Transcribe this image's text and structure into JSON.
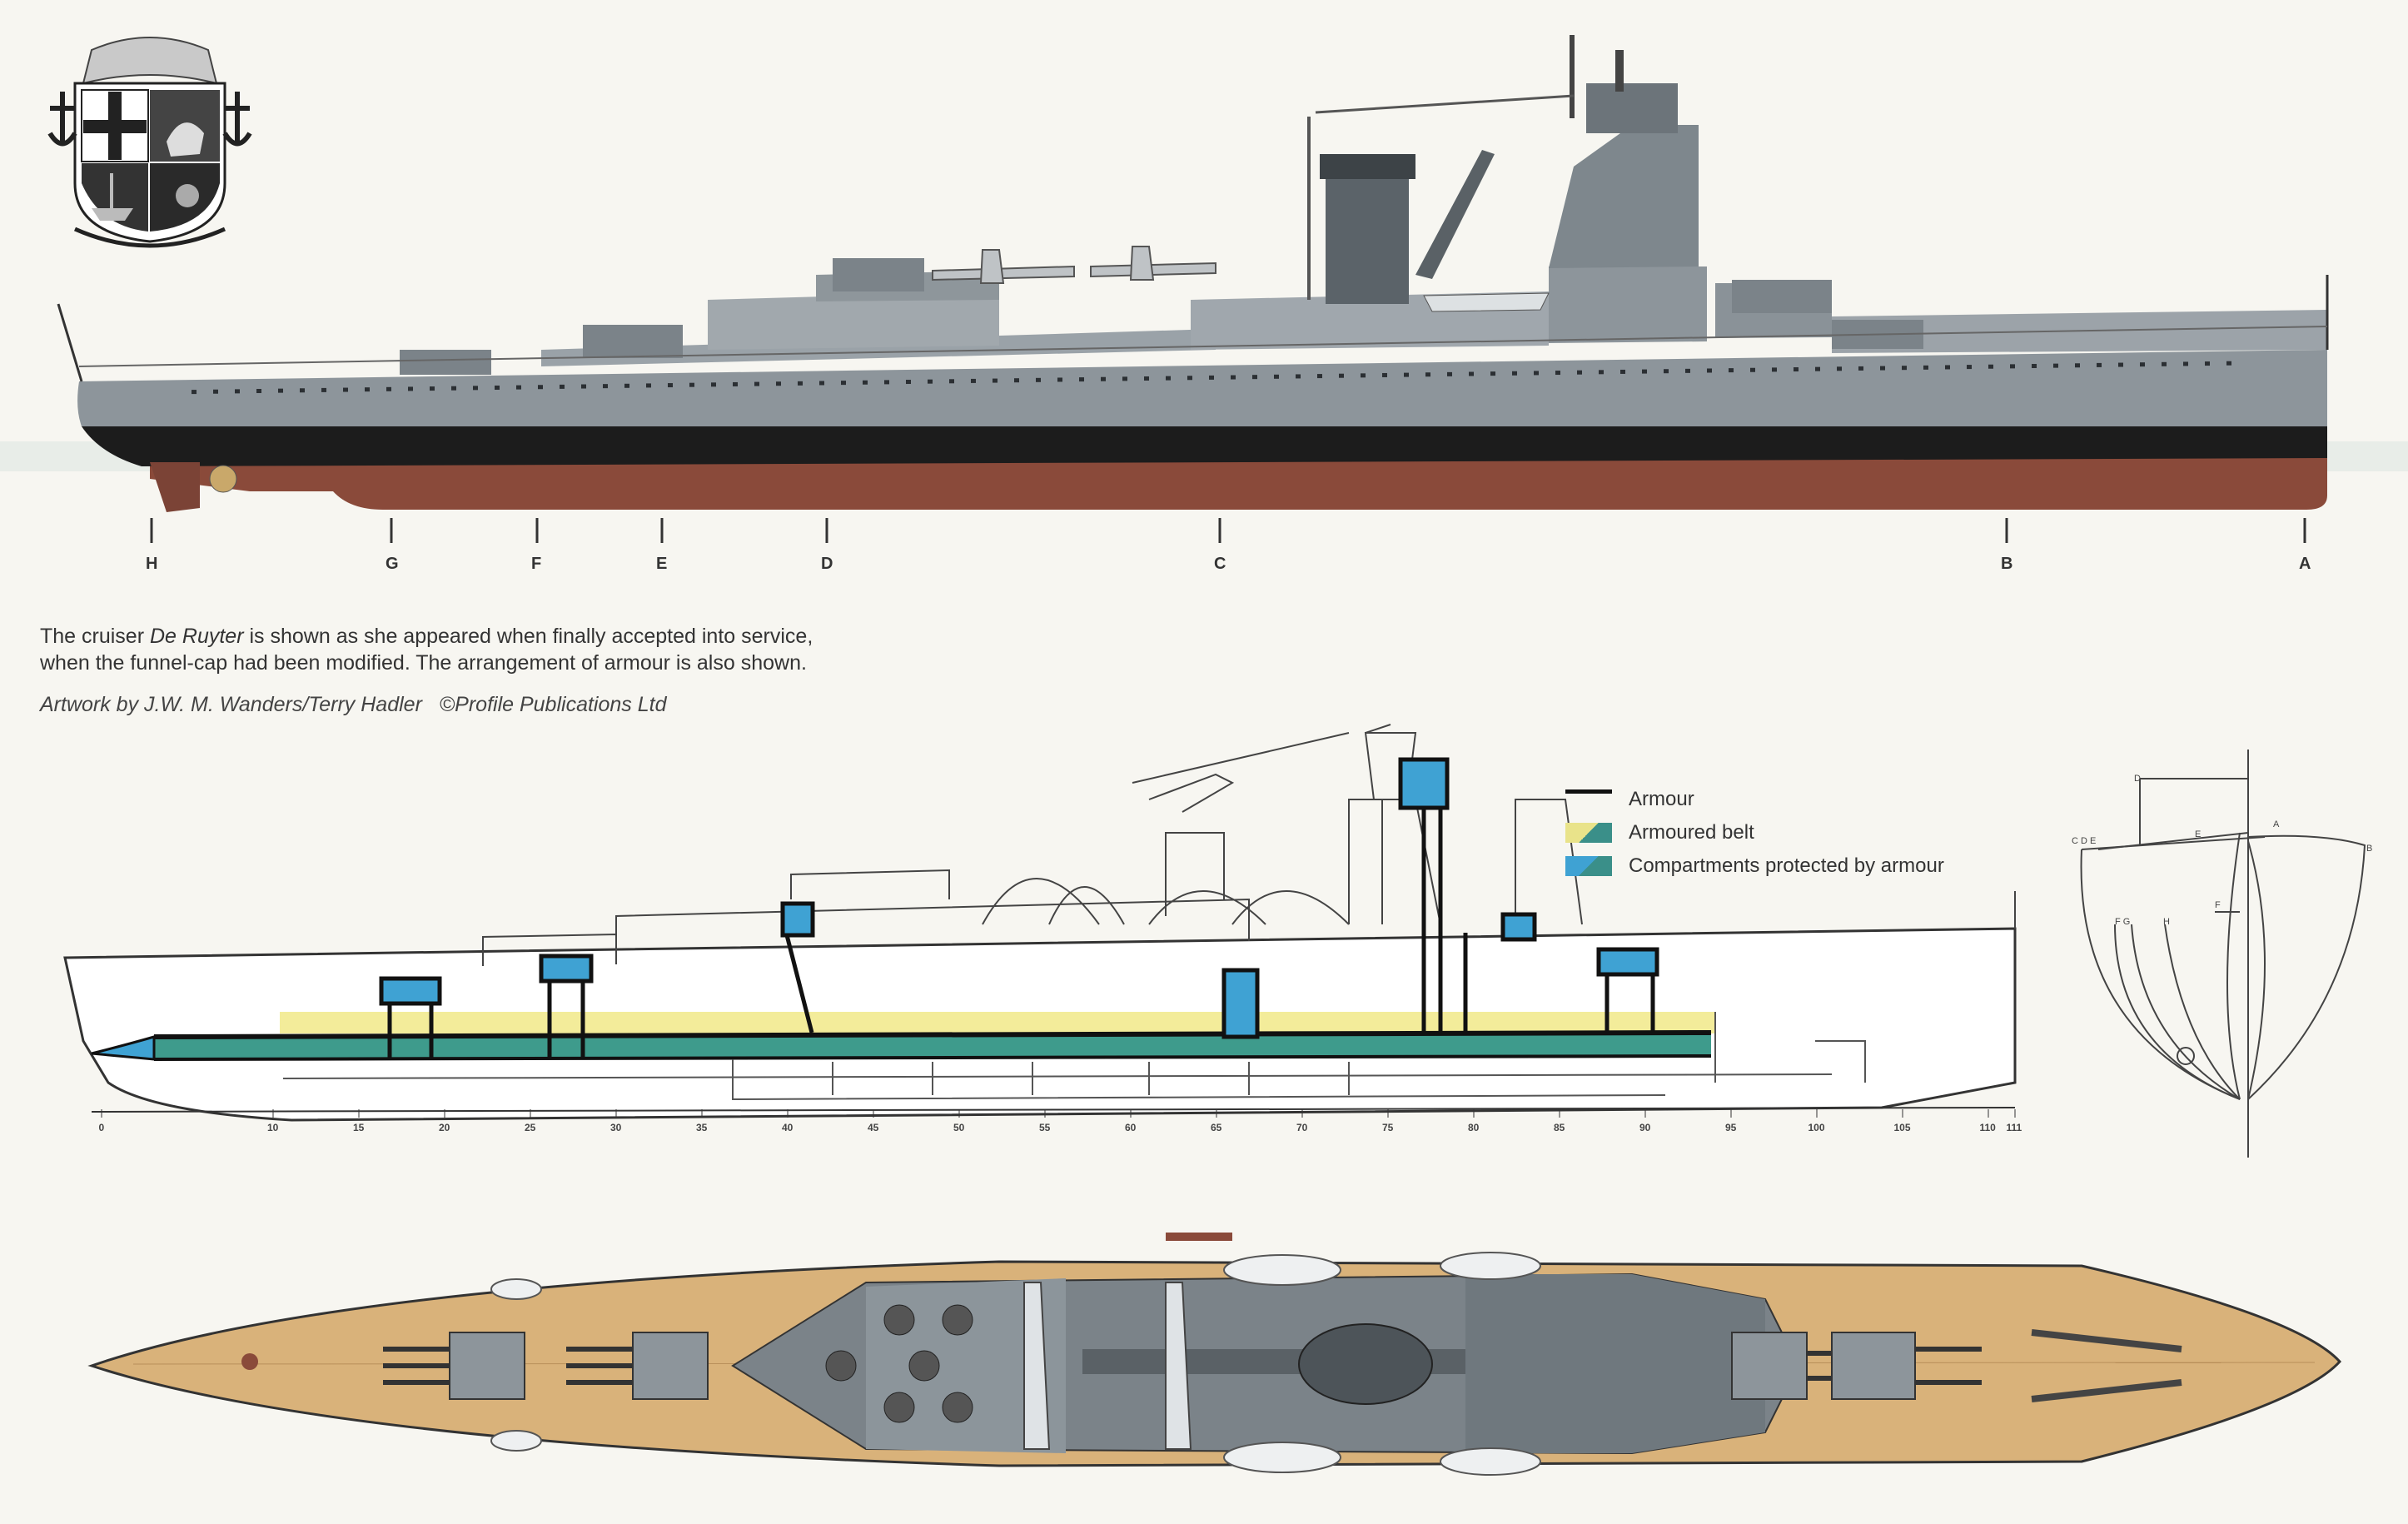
{
  "caption": {
    "part1": "The cruiser ",
    "ship_name": "De Ruyter",
    "part2": " is shown as she appeared when finally accepted into service,",
    "line2": "when the funnel-cap had been modified. The arrangement of armour is also shown."
  },
  "credit": {
    "artwork": "Artwork by J.W. M. Wanders/Terry Hadler",
    "copyright": "©Profile Publications Ltd"
  },
  "stations": [
    "H",
    "G",
    "F",
    "E",
    "D",
    "C",
    "B",
    "A"
  ],
  "frames": [
    "0",
    "10",
    "15",
    "20",
    "25",
    "30",
    "35",
    "40",
    "45",
    "50",
    "55",
    "60",
    "65",
    "70",
    "75",
    "80",
    "85",
    "90",
    "95",
    "100",
    "105",
    "110",
    "111"
  ],
  "legend": {
    "armour": "Armour",
    "belt": "Armoured belt",
    "compartments": "Compartments protected by armour"
  },
  "hull_section_labels": {
    "top": "D",
    "cde": "C D E",
    "e": "E",
    "a": "A",
    "b": "B",
    "fg": "F G",
    "h": "H",
    "f": "F"
  },
  "colors": {
    "hull_grey": "#8d959b",
    "boot_topping": "#1c1c1c",
    "antifouling": "#8a4a3a",
    "deck": "#d9b27a",
    "belt_yellow": "#f3ec9a",
    "compartment_blue": "#3fa2d3",
    "compartment_teal": "#3e9b8c"
  }
}
